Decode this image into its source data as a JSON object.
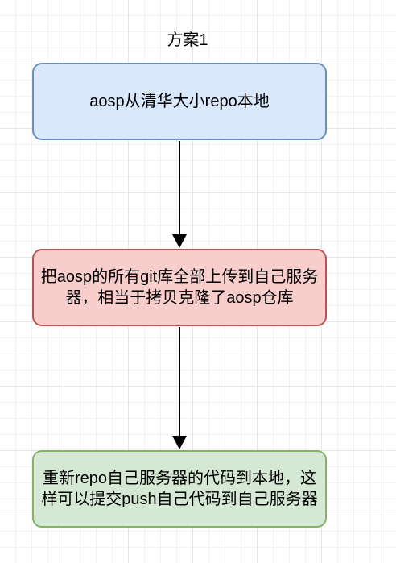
{
  "diagram": {
    "title": "方案1",
    "nodes": [
      {
        "id": "step-1",
        "text": "aosp从清华大小repo本地"
      },
      {
        "id": "step-2",
        "text": "把aosp的所有git库全部上传到自己服务器，相当于拷贝克隆了aosp仓库"
      },
      {
        "id": "step-3",
        "text": "重新repo自己服务器的代码到本地，这样可以提交push自己代码到自己服务器"
      }
    ],
    "edges": [
      {
        "from": "step-1",
        "to": "step-2"
      },
      {
        "from": "step-2",
        "to": "step-3"
      }
    ]
  }
}
